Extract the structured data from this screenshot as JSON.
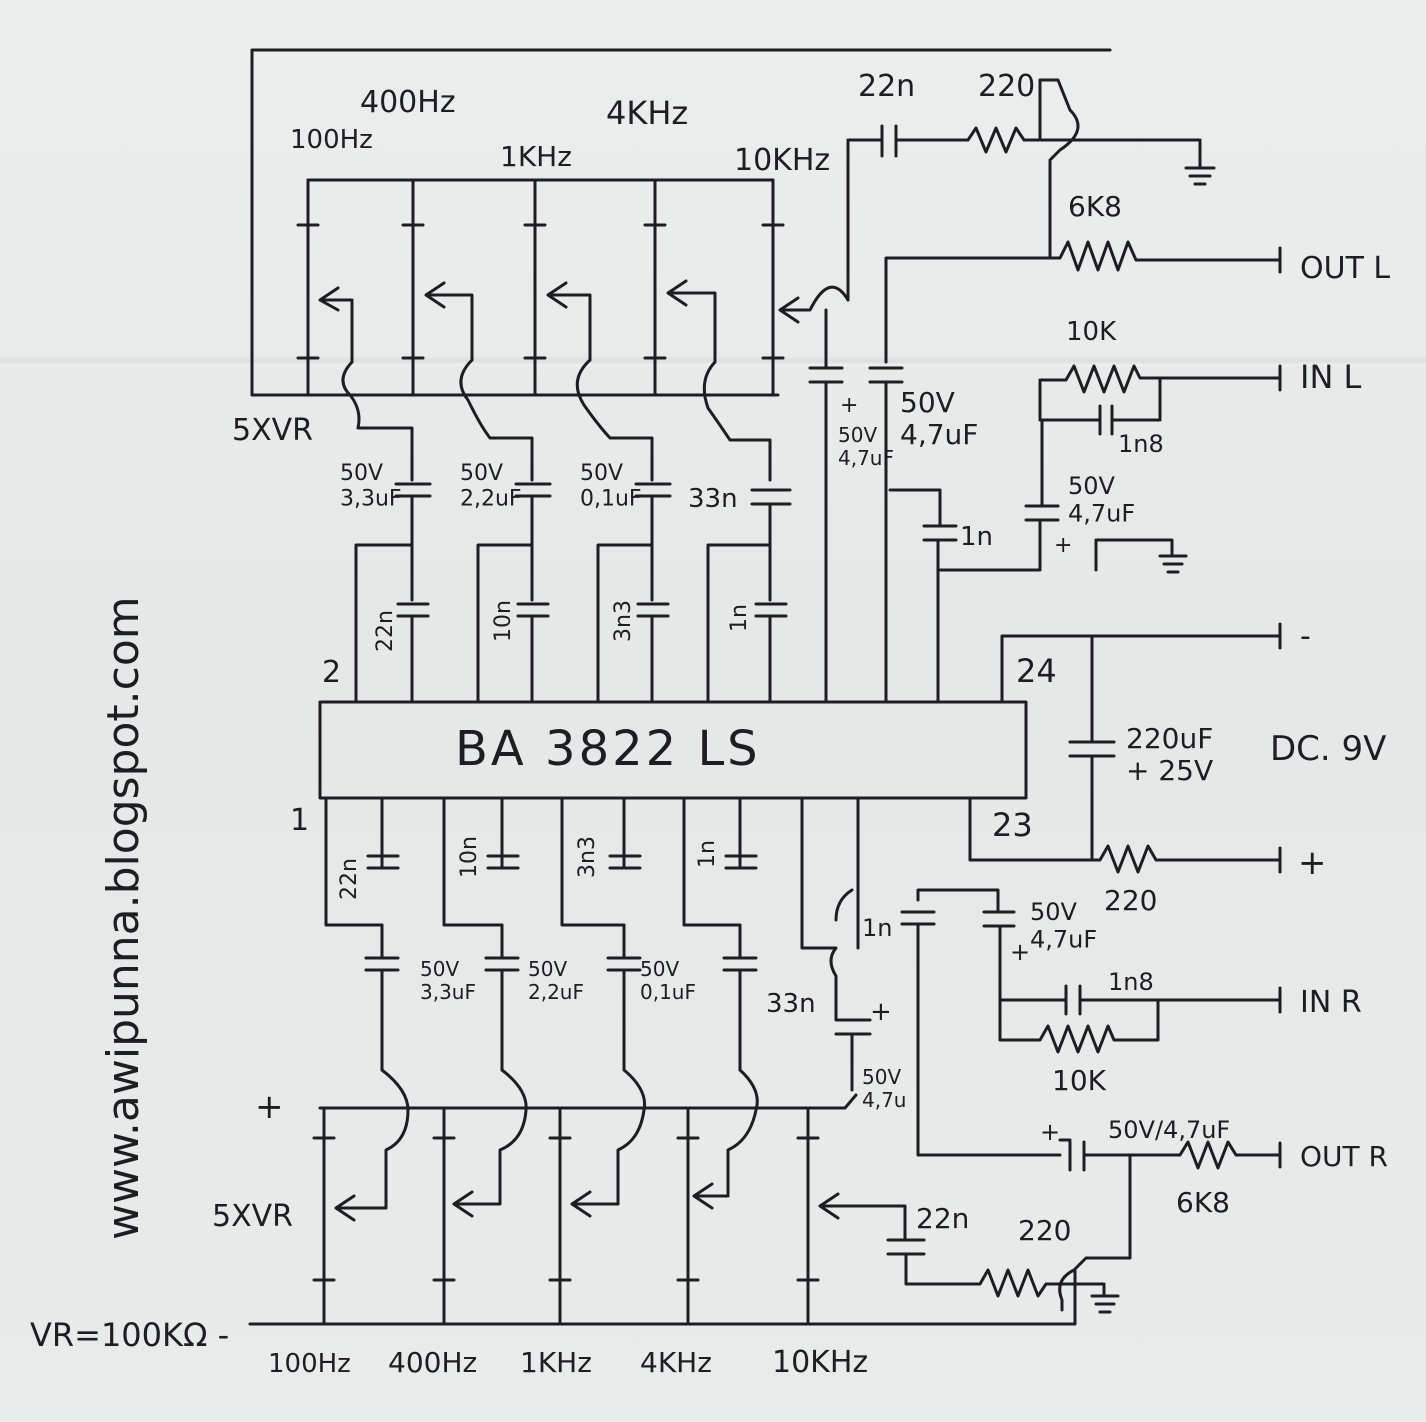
{
  "ic": {
    "label": "BA 3822 LS",
    "pin_top_left": "2",
    "pin_bottom_left": "1",
    "pin_top_right": "24",
    "pin_bottom_right": "23"
  },
  "website": "www.awipunna.blogspot.com",
  "top_bank": {
    "freqs": [
      "100Hz",
      "400Hz",
      "1KHz",
      "4KHz",
      "10KHz"
    ],
    "vr_label": "5XVR",
    "coupling_caps": [
      "50V\n3,3uF",
      "50V\n2,2uF",
      "50V\n0,1uF",
      "33n"
    ],
    "filter_caps": [
      "22n",
      "10n",
      "3n3",
      "1n"
    ],
    "fb_cap": "22n",
    "fb_res": "220",
    "out_res": "6K8",
    "out_label": "OUT L",
    "in_res": "10K",
    "in_cap": "1n8",
    "in_label": "IN L",
    "cap_470a": "50V\n4,7uF",
    "cap_470b": "50V\n4,7uF",
    "cap_470c": "50V\n4,7uF",
    "cap_1n": "1n",
    "plus_sign": "+"
  },
  "bottom_bank": {
    "freqs": [
      "100Hz",
      "400Hz",
      "1KHz",
      "4KHz",
      "10KHz"
    ],
    "vr_label": "5XVR",
    "coupling_caps": [
      "50V\n3,3uF",
      "50V\n2,2uF",
      "50V\n0,1uF",
      "33n"
    ],
    "filter_caps": [
      "22n",
      "10n",
      "3n3",
      "1n"
    ],
    "fb_cap": "22n",
    "fb_res": "220",
    "out_res": "6K8",
    "out_label": "OUT R",
    "in_res": "10K",
    "in_cap": "1n8",
    "in_label": "IN R",
    "cap_470a": "50V\n4,7uF",
    "cap_470b": "50V\n4,7u",
    "cap_470c": "50V/4,7uF",
    "cap_1n": "1n",
    "plus_sign": "+"
  },
  "power": {
    "cap": "220uF\n+ 25V",
    "res": "220",
    "supply": "DC. 9V",
    "minus": "-",
    "plus": "+"
  },
  "vr_value": "VR=100KΩ -"
}
